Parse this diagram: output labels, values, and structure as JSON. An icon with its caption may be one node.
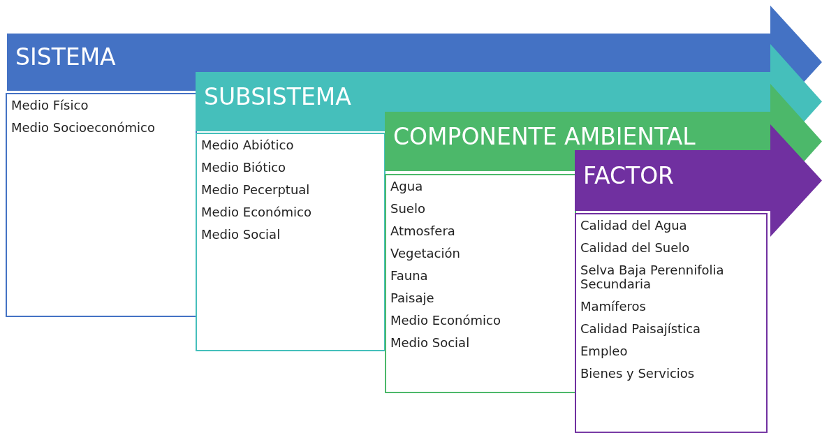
{
  "diagram": {
    "nodes": [
      {
        "text": [
          "SISTEMA"
        ]
      },
      {
        "text": [
          "Medio Físico",
          "Medio Socioeconómico"
        ]
      },
      {
        "text": [
          "SUBSISTEMA"
        ]
      },
      {
        "text": [
          "Medio Abiótico",
          "Medio Biótico",
          "Medio Pecerptual",
          "Medio Económico",
          "Medio Social"
        ]
      },
      {
        "text": [
          "COMPONENTE AMBIENTAL"
        ]
      },
      {
        "text": [
          "Agua",
          "Suelo",
          "Atmosfera",
          "Vegetación",
          "Fauna",
          "Paisaje",
          "Medio Económico",
          "Medio Social"
        ]
      },
      {
        "text": [
          "FACTOR"
        ]
      },
      {
        "text": [
          "Calidad del Agua",
          "Calidad del Suelo",
          "Selva Baja Perennifolia Secundaria",
          "Mamíferos",
          "Calidad Paisajística",
          "Empleo",
          "Bienes y Servicios"
        ]
      }
    ]
  }
}
